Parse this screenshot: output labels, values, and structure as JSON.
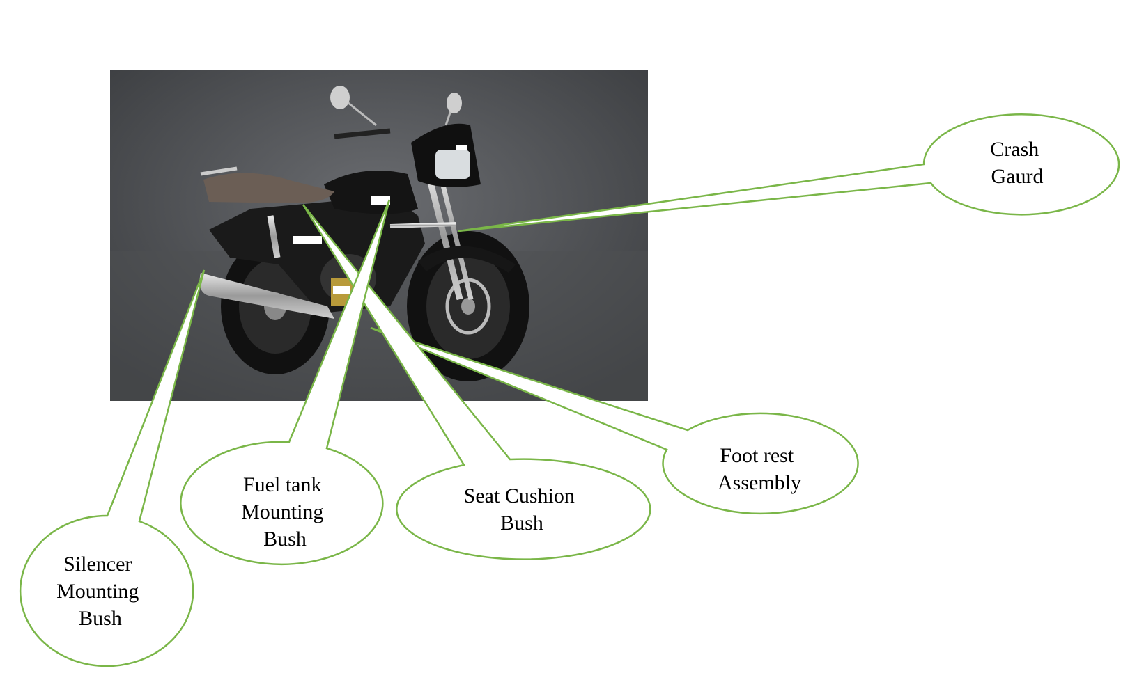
{
  "colors": {
    "callout_outline": "#7ab648",
    "photo_background": "#4a4c4f",
    "text": "#000000"
  },
  "photo": {
    "subject": "motorcycle",
    "icon": "motorcycle-photo"
  },
  "callouts": [
    {
      "id": "crash-gaurd",
      "lines": [
        "Crash",
        "Gaurd"
      ]
    },
    {
      "id": "foot-rest-assembly",
      "lines": [
        "Foot rest",
        "Assembly"
      ]
    },
    {
      "id": "seat-cushion-bush",
      "lines": [
        "Seat Cushion",
        "Bush"
      ]
    },
    {
      "id": "fuel-tank-mounting-bush",
      "lines": [
        "Fuel tank",
        "Mounting",
        "Bush"
      ]
    },
    {
      "id": "silencer-mounting-bush",
      "lines": [
        "Silencer",
        "Mounting",
        "Bush"
      ]
    }
  ]
}
